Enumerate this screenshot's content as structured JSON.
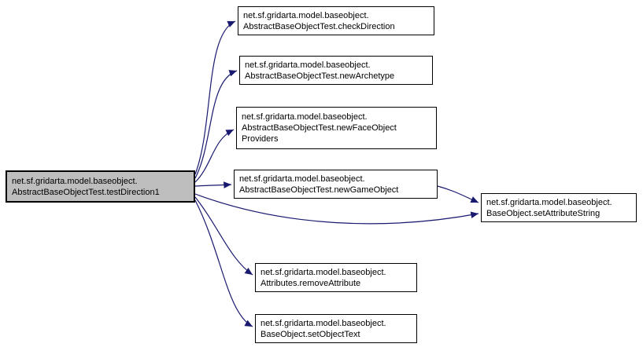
{
  "diagram": {
    "type": "call-graph",
    "colors": {
      "edge": "#191970",
      "node_fill": "#ffffff",
      "node_border": "#000000",
      "source_fill": "#bebebe"
    },
    "nodes": [
      {
        "id": "testDirection1",
        "lines": [
          "net.sf.gridarta.model.baseobject.",
          "AbstractBaseObjectTest.testDirection1"
        ]
      },
      {
        "id": "checkDirection",
        "lines": [
          "net.sf.gridarta.model.baseobject.",
          "AbstractBaseObjectTest.checkDirection"
        ]
      },
      {
        "id": "newArchetype",
        "lines": [
          "net.sf.gridarta.model.baseobject.",
          "AbstractBaseObjectTest.newArchetype"
        ]
      },
      {
        "id": "newFaceObjectProviders",
        "lines": [
          "net.sf.gridarta.model.baseobject.",
          "AbstractBaseObjectTest.newFaceObject",
          "Providers"
        ]
      },
      {
        "id": "newGameObject",
        "lines": [
          "net.sf.gridarta.model.baseobject.",
          "AbstractBaseObjectTest.newGameObject"
        ]
      },
      {
        "id": "setAttributeString",
        "lines": [
          "net.sf.gridarta.model.baseobject.",
          "BaseObject.setAttributeString"
        ]
      },
      {
        "id": "removeAttribute",
        "lines": [
          "net.sf.gridarta.model.baseobject.",
          "Attributes.removeAttribute"
        ]
      },
      {
        "id": "setObjectText",
        "lines": [
          "net.sf.gridarta.model.baseobject.",
          "BaseObject.setObjectText"
        ]
      }
    ],
    "edges": [
      {
        "from": "testDirection1",
        "to": "checkDirection"
      },
      {
        "from": "testDirection1",
        "to": "newArchetype"
      },
      {
        "from": "testDirection1",
        "to": "newFaceObjectProviders"
      },
      {
        "from": "testDirection1",
        "to": "newGameObject"
      },
      {
        "from": "testDirection1",
        "to": "setAttributeString"
      },
      {
        "from": "testDirection1",
        "to": "removeAttribute"
      },
      {
        "from": "testDirection1",
        "to": "setObjectText"
      },
      {
        "from": "newGameObject",
        "to": "setAttributeString"
      }
    ]
  }
}
